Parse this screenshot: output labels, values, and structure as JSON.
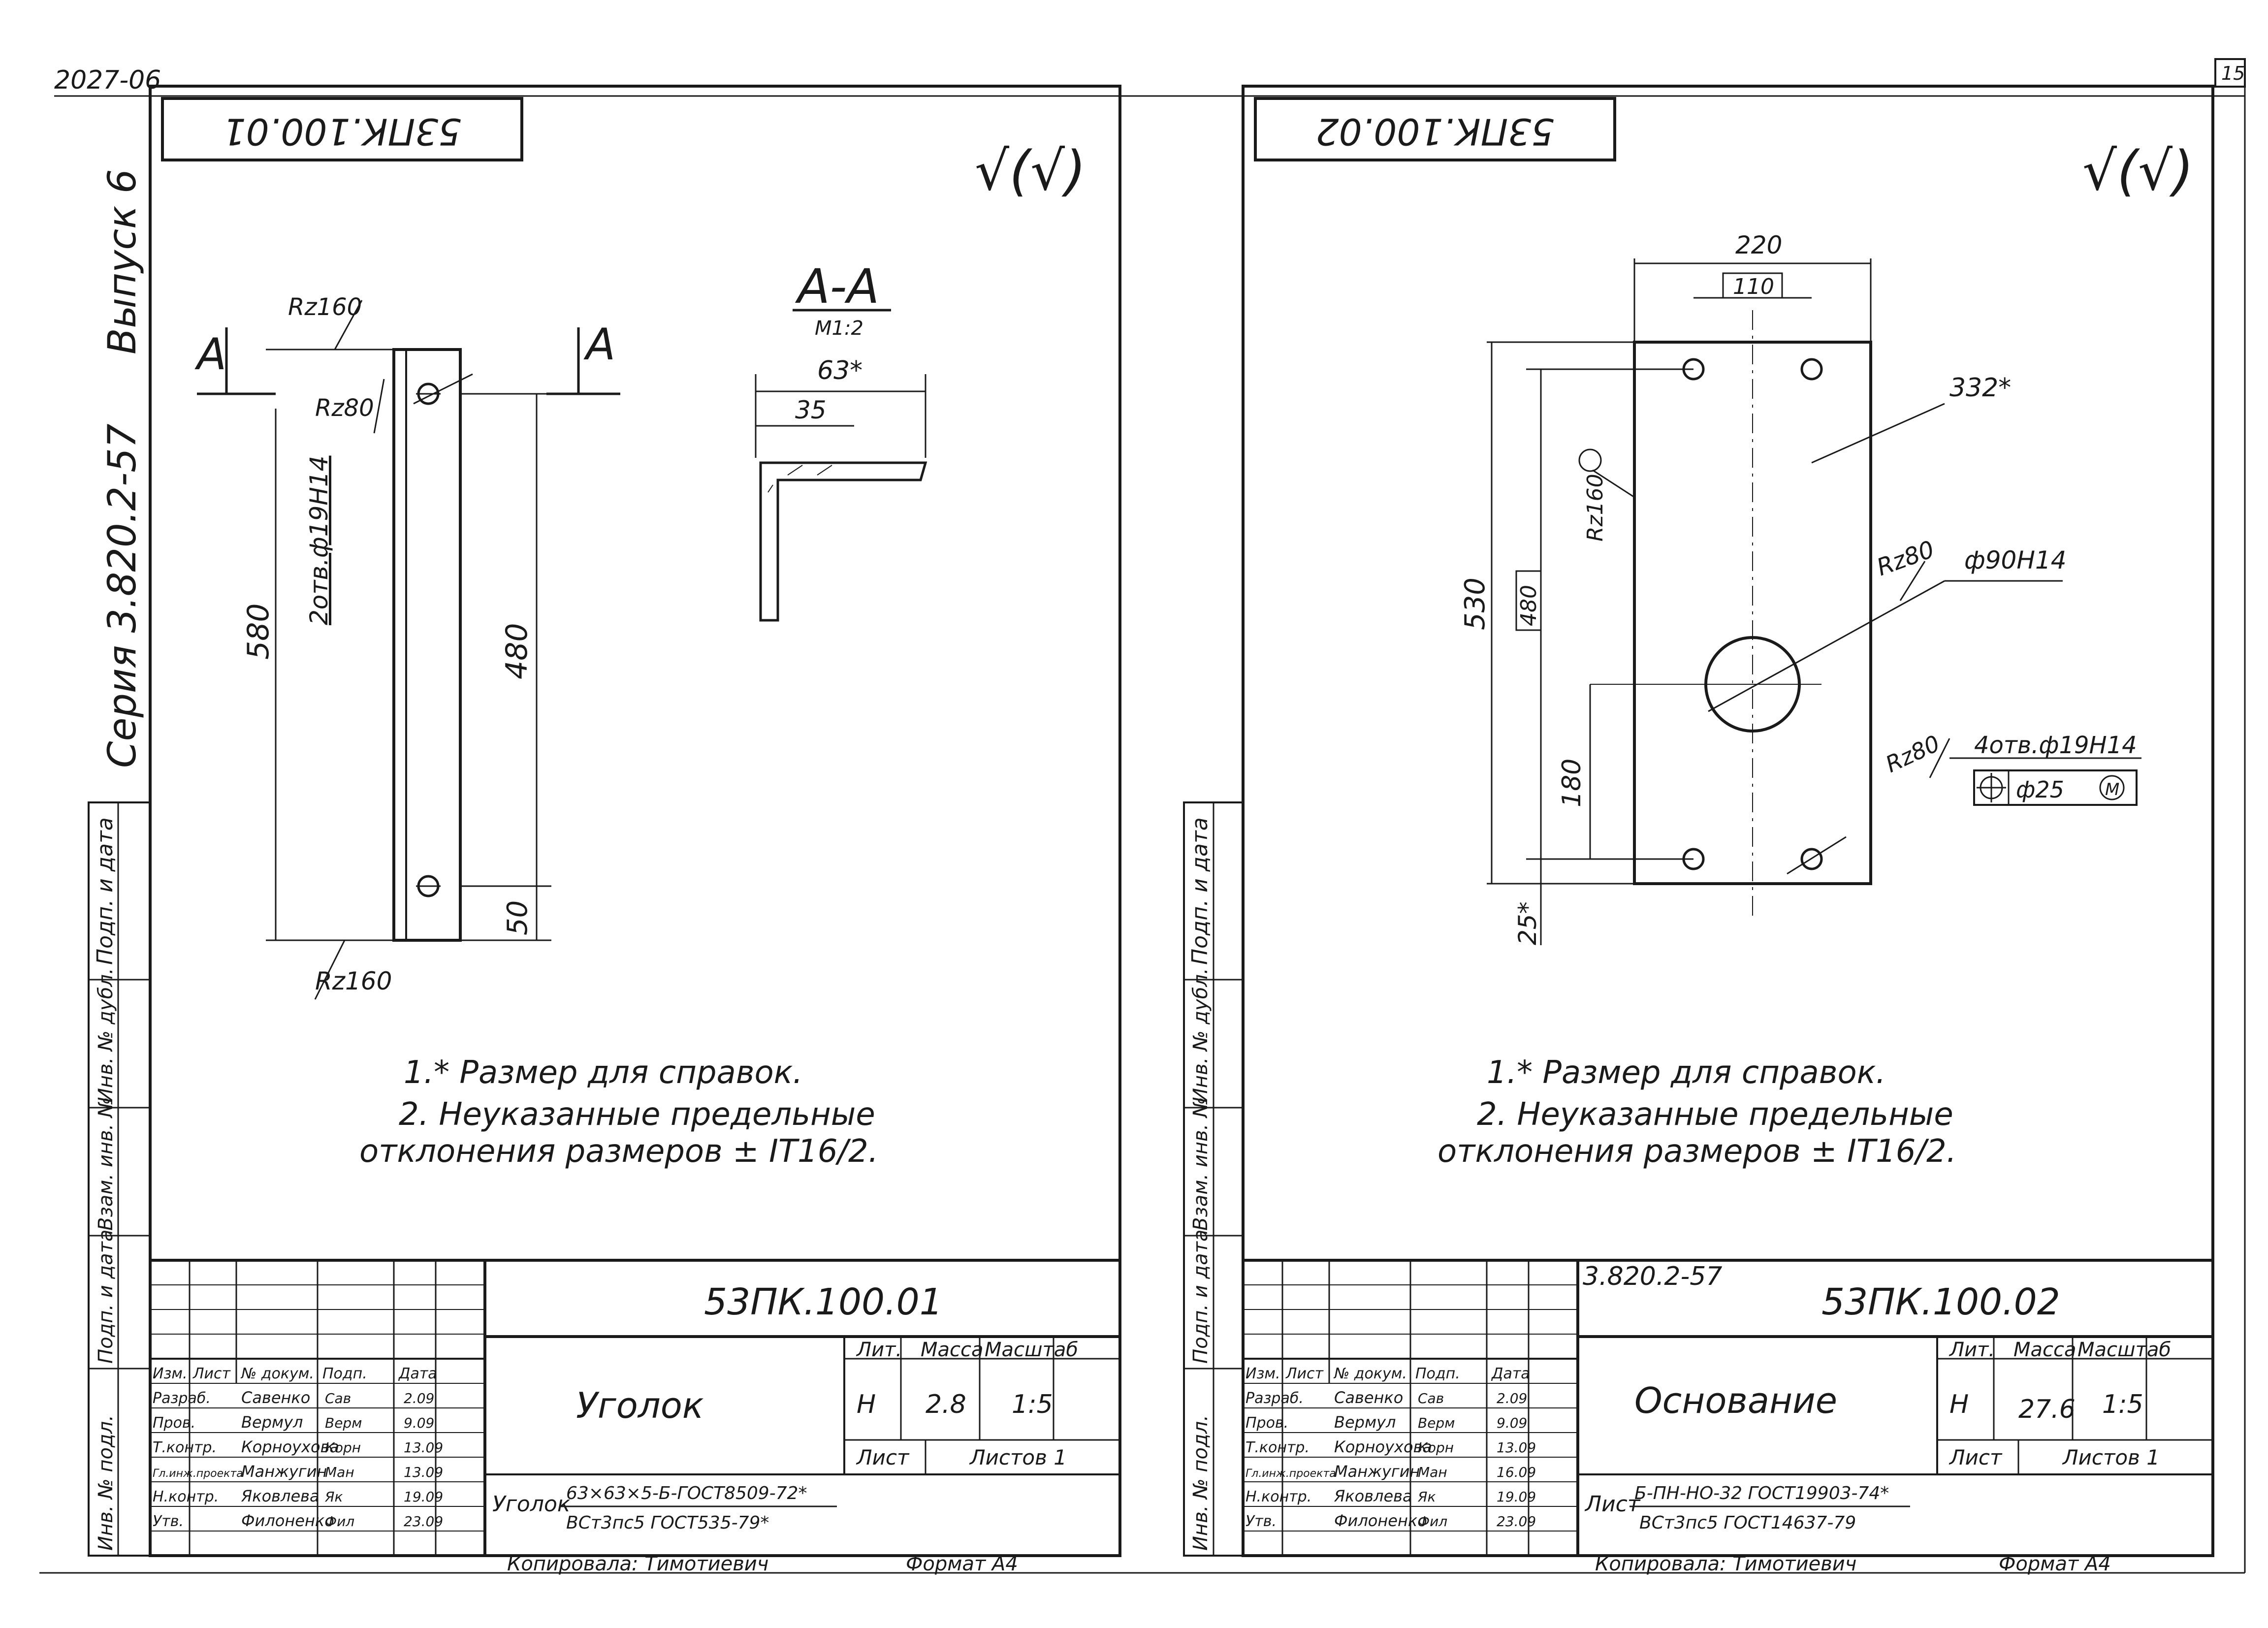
{
  "header": {
    "corner_code": "2027-06",
    "page_number": "15",
    "series": "Серия 3.820.2-57",
    "issue": "Выпуск 6"
  },
  "side_stamp": [
    "Подп. и дата",
    "Инв. № дубл.",
    "Взам. инв. №",
    "Подп. и дата",
    "Инв. № подл."
  ],
  "sheets": [
    {
      "stamp_code_rotated": "53ПК.100.01",
      "roughness_symbol": "√(√)",
      "section_title": "А-А",
      "section_scale": "М1:2",
      "section_label": "А",
      "dims": {
        "rz_top": "Rz160",
        "rz_hole": "Rz80",
        "rz_bottom": "Rz160",
        "holes": "2отв.ф19Н14",
        "overall": "580",
        "between_holes": "480",
        "bottom_offset": "50",
        "flange_width": "63*",
        "flange_hole": "35"
      },
      "notes": [
        "1.* Размер для справок.",
        "2. Неуказанные предельные",
        "отклонения размеров ± IT16/2."
      ],
      "title_block": {
        "series_ref": "",
        "designation": "53ПК.100.01",
        "name": "Уголок",
        "lit_header": "Лит.",
        "mass_header": "Масса",
        "scale_header": "Масштаб",
        "lit": "Н",
        "mass": "2.8",
        "scale": "1:5",
        "sheet_label": "Лист",
        "sheets_label": "Листов 1",
        "material_prefix": "Уголок",
        "material_top": "63×63×5-Б-ГОСТ8509-72*",
        "material_bottom": "ВСт3пс5 ГОСТ535-79*",
        "col_headers": [
          "Изм.",
          "Лист",
          "№ докум.",
          "Подп.",
          "Дата"
        ],
        "rows": [
          {
            "role": "Разраб.",
            "name": "Савенко",
            "sign": "Сав",
            "date": "2.09"
          },
          {
            "role": "Пров.",
            "name": "Вермул",
            "sign": "Верм",
            "date": "9.09"
          },
          {
            "role": "Т.контр.",
            "name": "Корноухова",
            "sign": "Корн",
            "date": "13.09"
          },
          {
            "role": "Гл.инж.проекта",
            "name": "Манжугин",
            "sign": "Ман",
            "date": "13.09"
          },
          {
            "role": "Н.контр.",
            "name": "Яковлева",
            "sign": "Як",
            "date": "19.09"
          },
          {
            "role": "Утв.",
            "name": "Филоненко",
            "sign": "Фил",
            "date": "23.09"
          }
        ],
        "copied_by": "Копировала: Тимотиевич",
        "format": "Формат А4"
      }
    },
    {
      "stamp_code_rotated": "53ПК.100.02",
      "roughness_symbol": "√(√)",
      "dims": {
        "width": "220",
        "hole_spacing": "110",
        "diagonal": "332*",
        "height": "530",
        "between_holes": "480",
        "rz_edge": "Rz160",
        "rz_center": "Rz80",
        "center_hole": "ф90Н14",
        "center_offset": "180",
        "rz_holes": "Rz80",
        "holes": "4отв.ф19Н14",
        "position_tol": "ф25",
        "position_mod": "M",
        "bottom_offset": "25*"
      },
      "notes": [
        "1.* Размер для справок.",
        "2. Неуказанные предельные",
        "отклонения размеров ± IT16/2."
      ],
      "title_block": {
        "series_ref": "3.820.2-57",
        "designation": "53ПК.100.02",
        "name": "Основание",
        "lit_header": "Лит.",
        "mass_header": "Масса",
        "scale_header": "Масштаб",
        "lit": "Н",
        "mass": "27.6",
        "scale": "1:5",
        "sheet_label": "Лист",
        "sheets_label": "Листов 1",
        "material_prefix": "Лист",
        "material_top": "Б-ПН-НО-32 ГОСТ19903-74*",
        "material_bottom": "ВСт3пс5 ГОСТ14637-79",
        "col_headers": [
          "Изм.",
          "Лист",
          "№ докум.",
          "Подп.",
          "Дата"
        ],
        "rows": [
          {
            "role": "Разраб.",
            "name": "Савенко",
            "sign": "Сав",
            "date": "2.09"
          },
          {
            "role": "Пров.",
            "name": "Вермул",
            "sign": "Верм",
            "date": "9.09"
          },
          {
            "role": "Т.контр.",
            "name": "Корноухова",
            "sign": "Корн",
            "date": "13.09"
          },
          {
            "role": "Гл.инж.проекта",
            "name": "Манжугин",
            "sign": "Ман",
            "date": "16.09"
          },
          {
            "role": "Н.контр.",
            "name": "Яковлева",
            "sign": "Як",
            "date": "19.09"
          },
          {
            "role": "Утв.",
            "name": "Филоненко",
            "sign": "Фил",
            "date": "23.09"
          }
        ],
        "copied_by": "Копировала: Тимотиевич",
        "format": "Формат А4"
      }
    }
  ]
}
